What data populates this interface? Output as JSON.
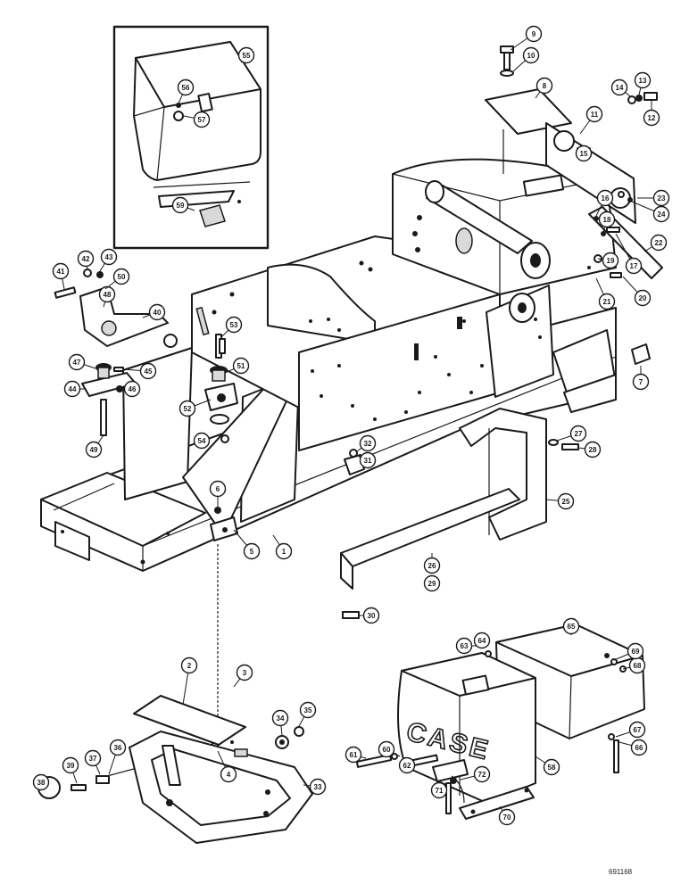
{
  "drawing_ref": "691168",
  "weight_brand": "CASE",
  "callouts": [
    "1",
    "2",
    "3",
    "4",
    "5",
    "6",
    "7",
    "8",
    "9",
    "10",
    "11",
    "12",
    "13",
    "14",
    "15",
    "16",
    "17",
    "18",
    "19",
    "20",
    "21",
    "22",
    "23",
    "24",
    "25",
    "26",
    "27",
    "28",
    "29",
    "30",
    "31",
    "32",
    "33",
    "34",
    "35",
    "36",
    "37",
    "38",
    "39",
    "40",
    "41",
    "42",
    "43",
    "44",
    "45",
    "46",
    "47",
    "48",
    "49",
    "50",
    "51",
    "52",
    "53",
    "54",
    "55",
    "56",
    "57",
    "58",
    "59",
    "60",
    "61",
    "62",
    "63",
    "64",
    "65",
    "66",
    "67",
    "68",
    "69",
    "70",
    "71",
    "72"
  ]
}
